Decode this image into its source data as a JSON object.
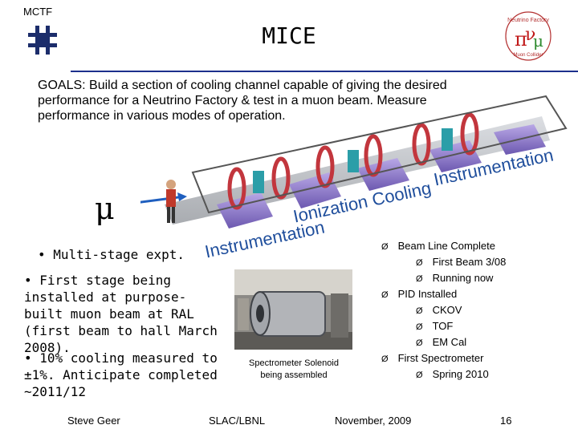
{
  "header": {
    "org_label": "MCTF",
    "title": "MICE",
    "left_logo": "fermilab-logo",
    "right_logo": "neutrino-factory-logo",
    "right_logo_text": [
      "Neutrino Factory",
      "Muon Collider"
    ]
  },
  "goals": {
    "text": "GOALS: Build a section of cooling channel capable of giving the desired performance for a Neutrino Factory & test in a muon beam.  Measure performance in various modes of operation."
  },
  "diagram": {
    "mu_symbol": "μ",
    "label_instrumentation_right": "Instrumentation",
    "label_ionization_cooling": "Ionization Cooling",
    "label_instrumentation_left": "Instrumentation"
  },
  "bullets": [
    "• Multi-stage  expt.",
    "• First stage being installed at purpose-built muon beam at RAL (first beam to hall March 2008).",
    "• 10% cooling measured to ±1%. Anticipate completed ~2011/12"
  ],
  "photo": {
    "caption_line1": "Spectrometer Solenoid",
    "caption_line2": "being assembled"
  },
  "status": {
    "arrow_icon": "Ø",
    "items": [
      {
        "label": "Beam Line Complete",
        "subitems": [
          "First Beam 3/08",
          "Running now"
        ]
      },
      {
        "label": "PID Installed",
        "subitems": [
          "CKOV",
          "TOF",
          "EM Cal"
        ]
      },
      {
        "label": "First Spectrometer",
        "subitems": [
          "Spring 2010"
        ]
      }
    ]
  },
  "footer": {
    "author": "Steve Geer",
    "venue": "SLAC/LBNL",
    "date": "November, 2009",
    "page": "16"
  },
  "colors": {
    "rule": "#1c2f8c",
    "label_blue": "#1f4e9c",
    "fermilab_navy": "#1c2d6b"
  }
}
